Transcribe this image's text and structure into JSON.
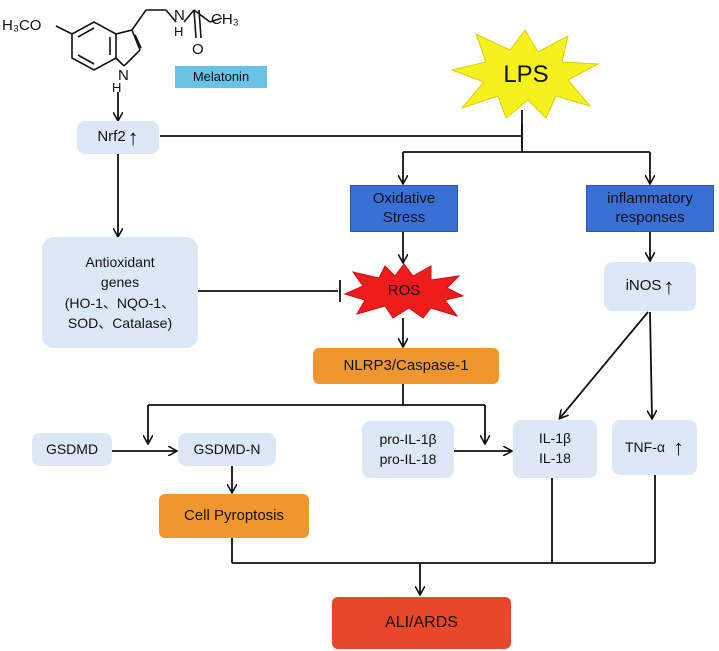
{
  "chem": {
    "methoxy": "H₃CO",
    "nh_top": "N",
    "h_top": "H",
    "ch3": "CH₃",
    "o": "O",
    "nh_ring": "N",
    "h_ring": "H"
  },
  "labels": {
    "melatonin": "Melatonin",
    "lps": "LPS",
    "nrf2": "Nrf2",
    "oxidative_stress": "Oxidative Stress",
    "inflammatory": "inflammatory responses",
    "antioxidant_line1": "Antioxidant",
    "antioxidant_line2": "genes",
    "antioxidant_line3": "(HO-1、NQO-1、",
    "antioxidant_line4": "SOD、Catalase)",
    "ros": "ROS",
    "inos": "iNOS",
    "nlrp3": "NLRP3/Caspase-1",
    "gsdmd": "GSDMD",
    "gsdmd_n": "GSDMD-N",
    "pro_il1b": "pro-IL-1β",
    "pro_il18": "pro-IL-18",
    "il1b": "IL-1β",
    "il18": "IL-18",
    "tnf": "TNF-α",
    "pyroptosis": "Cell Pyroptosis",
    "ali": "ALI/ARDS",
    "up_arrow": "↑"
  },
  "colors": {
    "light_box": "#dde8f6",
    "blue_box": "#3a6fd6",
    "orange_box": "#f0962e",
    "red_box": "#e8472b",
    "melatonin_tag": "#69c3e6",
    "lps_star": "#f4f11e",
    "ros_star": "#ee1c1c"
  }
}
